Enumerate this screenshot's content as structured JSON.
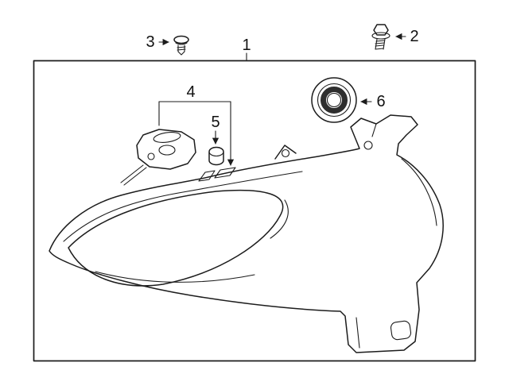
{
  "colors": {
    "line": "#1c1c1c",
    "background": "#ffffff",
    "seal_shade": "#2e2e2e"
  },
  "callouts": [
    {
      "label": "1"
    },
    {
      "label": "2"
    },
    {
      "label": "3"
    },
    {
      "label": "4"
    },
    {
      "label": "5"
    },
    {
      "label": "6"
    }
  ]
}
